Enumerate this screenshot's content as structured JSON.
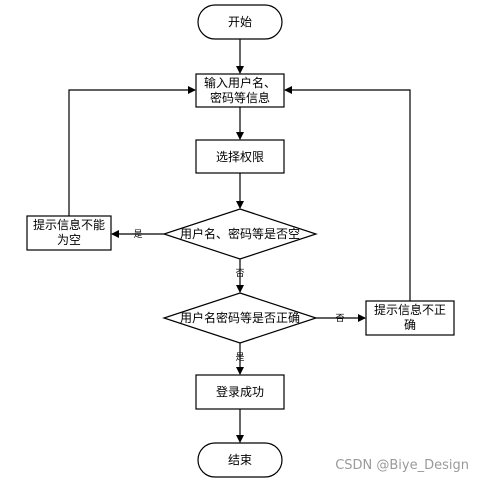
{
  "diagram": {
    "nodes": {
      "start": "开始",
      "input": [
        "输入用户名、",
        "密码等信息"
      ],
      "select": "选择权限",
      "check_empty": "用户名、密码等是否空",
      "tip_empty": [
        "提示信息不能",
        "为空"
      ],
      "check_correct": "用户名密码等是否正确",
      "tip_wrong": [
        "提示信息不正",
        "确"
      ],
      "success": "登录成功",
      "end": "结束"
    },
    "edges": {
      "empty_yes": "是",
      "empty_no": "否",
      "correct_no": "否",
      "correct_yes": "是"
    }
  },
  "watermark": "CSDN @Biye_Design"
}
